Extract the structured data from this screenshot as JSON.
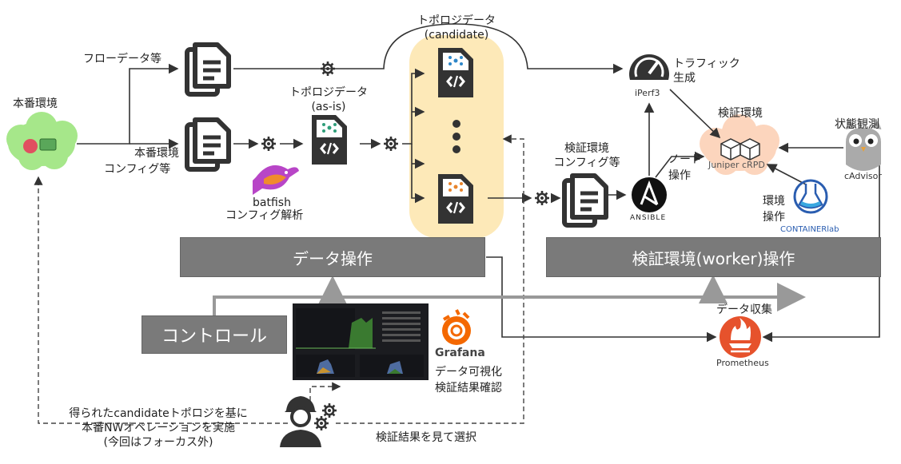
{
  "labels": {
    "production_env": "本番環境",
    "flow_data": "フローデータ等",
    "prod_config_1": "本番環境",
    "prod_config_2": "コンフィグ等",
    "batfish": "batfish",
    "config_analysis": "コンフィグ解析",
    "topo_asis_1": "トポロジデータ",
    "topo_asis_2": "(as-is)",
    "topo_cand_1": "トポロジデータ",
    "topo_cand_2": "(candidate)",
    "traffic_gen_1": "トラフィック",
    "traffic_gen_2": "生成",
    "iperf3": "iPerf3",
    "verify_env": "検証環境",
    "juniper_crpd": "Juniper cRPD",
    "state_obs": "状態観測",
    "cadvisor": "cAdvisor",
    "verify_config_1": "検証環境",
    "verify_config_2": "コンフィグ等",
    "node_op_1": "ノード",
    "node_op_2": "操作",
    "ansible": "ANSIBLE",
    "env_op_1": "環境",
    "env_op_2": "操作",
    "containerlab": "CONTAINERlab",
    "data_collect": "データ収集",
    "prometheus": "Prometheus",
    "grafana": "Grafana",
    "viz_1": "データ可視化",
    "viz_2": "検証結果確認",
    "bottom_left_1": "得られたcandidateトポロジを基に",
    "bottom_left_2": "本番NWオペレーションを実施",
    "bottom_left_3": "(今回はフォーカス外)",
    "select": "検証結果を見て選択"
  },
  "boxes": {
    "data_ops": "データ操作",
    "verify_ops": "検証環境(worker)操作",
    "control": "コントロール"
  },
  "colors": {
    "box_gray": "#7a7a7a",
    "candidate_bg": "#fde9b8",
    "cloud_green": "#a6e78a",
    "cloud_orange": "#fcd5bd",
    "prometheus": "#e6522c",
    "grafana": "#f46800",
    "icon_dark": "#333333"
  }
}
